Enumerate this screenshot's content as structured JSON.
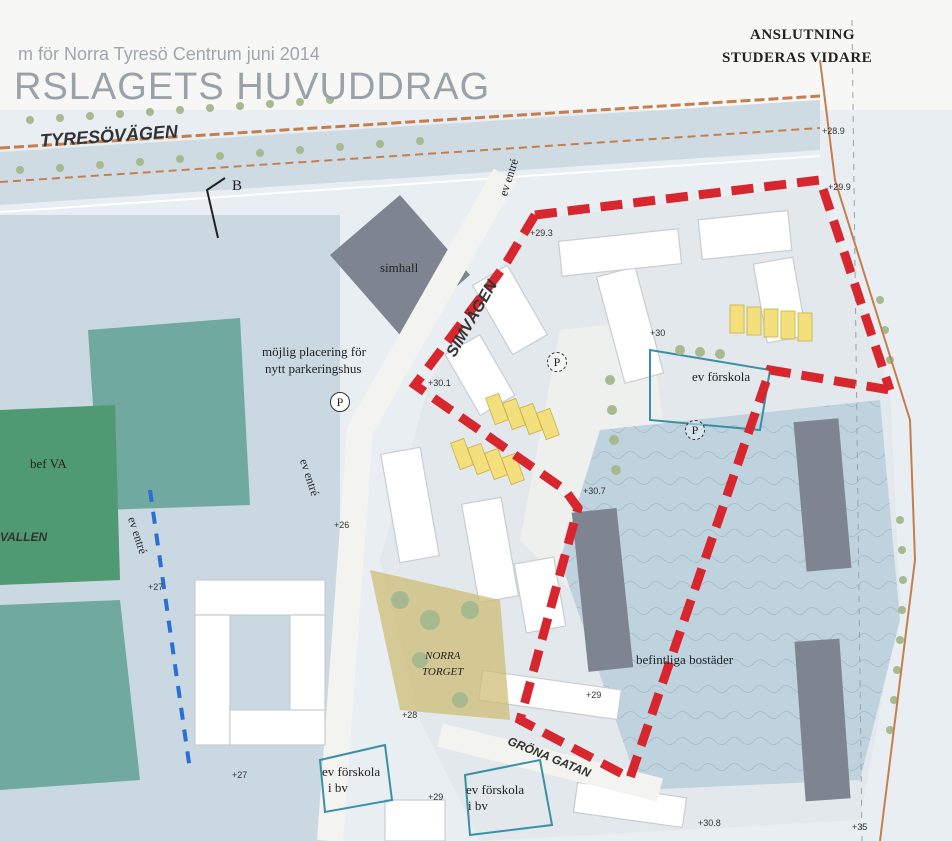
{
  "header": {
    "subtitle": "m för Norra Tyresö Centrum juni 2014",
    "title": "RSLAGETS HUVUDDRAG"
  },
  "roads": {
    "tyresovagen": "TYRESÖVÄGEN",
    "simvagen": "SIMVÄGEN",
    "grona_gatan": "GRÖNA GATAN",
    "vallen": "VALLEN"
  },
  "connection_note": {
    "line1": "ANSLUTNING",
    "line2": "STUDERAS VIDARE"
  },
  "labels": {
    "section_marker": "B",
    "simhall": "simhall",
    "parking_line1": "möjlig placering för",
    "parking_line2": "nytt parkeringshus",
    "parking_symbol": "P",
    "bef_va": "bef VA",
    "entrance_1": "ev entré",
    "entrance_2": "ev entré",
    "entrance_3": "ev entré",
    "preschool_1": "ev förskola",
    "preschool_2_line1": "ev förskola",
    "preschool_2_line2": "i bv",
    "preschool_3_line1": "ev förskola",
    "preschool_3_line2": "i bv",
    "existing_housing": "befintliga bostäder",
    "square_line1": "NORRA",
    "square_line2": "TORGET"
  },
  "elevations": [
    "+28.9",
    "+29.9",
    "+29.3",
    "+30",
    "+30.1",
    "+30.7",
    "+27",
    "+26",
    "+28",
    "+29",
    "+27",
    "+29",
    "+30.8",
    "+35"
  ],
  "colors": {
    "boundary": "#d7262e",
    "water": "#bfd3de",
    "field": "#6fa99f",
    "building_existing": "#7f8590",
    "building_new": "#ffffff",
    "courtyard_yellow": "#f4df7d",
    "tree": "#a7b98f",
    "road_edge": "#c57f4f"
  }
}
